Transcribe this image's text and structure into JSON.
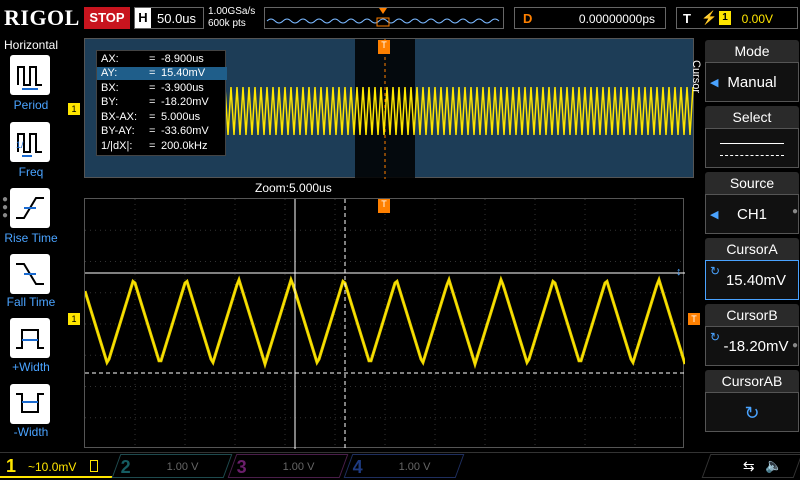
{
  "header": {
    "logo": "RIGOL",
    "run_state": "STOP",
    "h_tag": "H",
    "timebase": "50.0us",
    "sample_rate": "1.00GSa/s",
    "memory_depth": "600k pts",
    "delay_tag": "D",
    "delay_value": "0.00000000ps",
    "trigger_tag": "T",
    "trigger_source": "1",
    "trigger_level": "0.00V"
  },
  "left_panel": {
    "title": "Horizontal",
    "buttons": [
      {
        "label": "Period",
        "icon": "period-icon"
      },
      {
        "label": "Freq",
        "icon": "freq-icon"
      },
      {
        "label": "Rise Time",
        "icon": "rise-time-icon"
      },
      {
        "label": "Fall Time",
        "icon": "fall-time-icon"
      },
      {
        "label": "+Width",
        "icon": "positive-width-icon"
      },
      {
        "label": "-Width",
        "icon": "negative-width-icon"
      }
    ]
  },
  "cursor_readout": [
    {
      "key": "AX:",
      "value": "-8.900us"
    },
    {
      "key": "AY:",
      "value": "15.40mV"
    },
    {
      "key": "BX:",
      "value": "-3.900us"
    },
    {
      "key": "BY:",
      "value": "-18.20mV"
    },
    {
      "key": "BX-AX:",
      "value": "5.000us"
    },
    {
      "key": "BY-AY:",
      "value": "-33.60mV"
    },
    {
      "key": "1/|dX|:",
      "value": "200.0kHz"
    }
  ],
  "zoom_label": "Zoom:5.000us",
  "channel_marker": "1",
  "right_menu": {
    "side_label": "Cursor",
    "mode_title": "Mode",
    "mode_value": "Manual",
    "select_title": "Select",
    "source_title": "Source",
    "source_value": "CH1",
    "cursora_title": "CursorA",
    "cursora_value": "15.40mV",
    "cursorb_title": "CursorB",
    "cursorb_value": "-18.20mV",
    "cursorab_title": "CursorAB"
  },
  "channels": [
    {
      "num": "1",
      "value": "~10.0mV",
      "color": "#ffe600",
      "active": true
    },
    {
      "num": "2",
      "value": "1.00 V",
      "color": "#00c8d0",
      "active": false
    },
    {
      "num": "3",
      "value": "1.00 V",
      "color": "#e040e0",
      "active": false
    },
    {
      "num": "4",
      "value": "1.00 V",
      "color": "#2a6cff",
      "active": false
    }
  ],
  "colors": {
    "ch1": "#ffe600",
    "accent": "#ff8000",
    "menu_blue": "#4aa3ff"
  }
}
